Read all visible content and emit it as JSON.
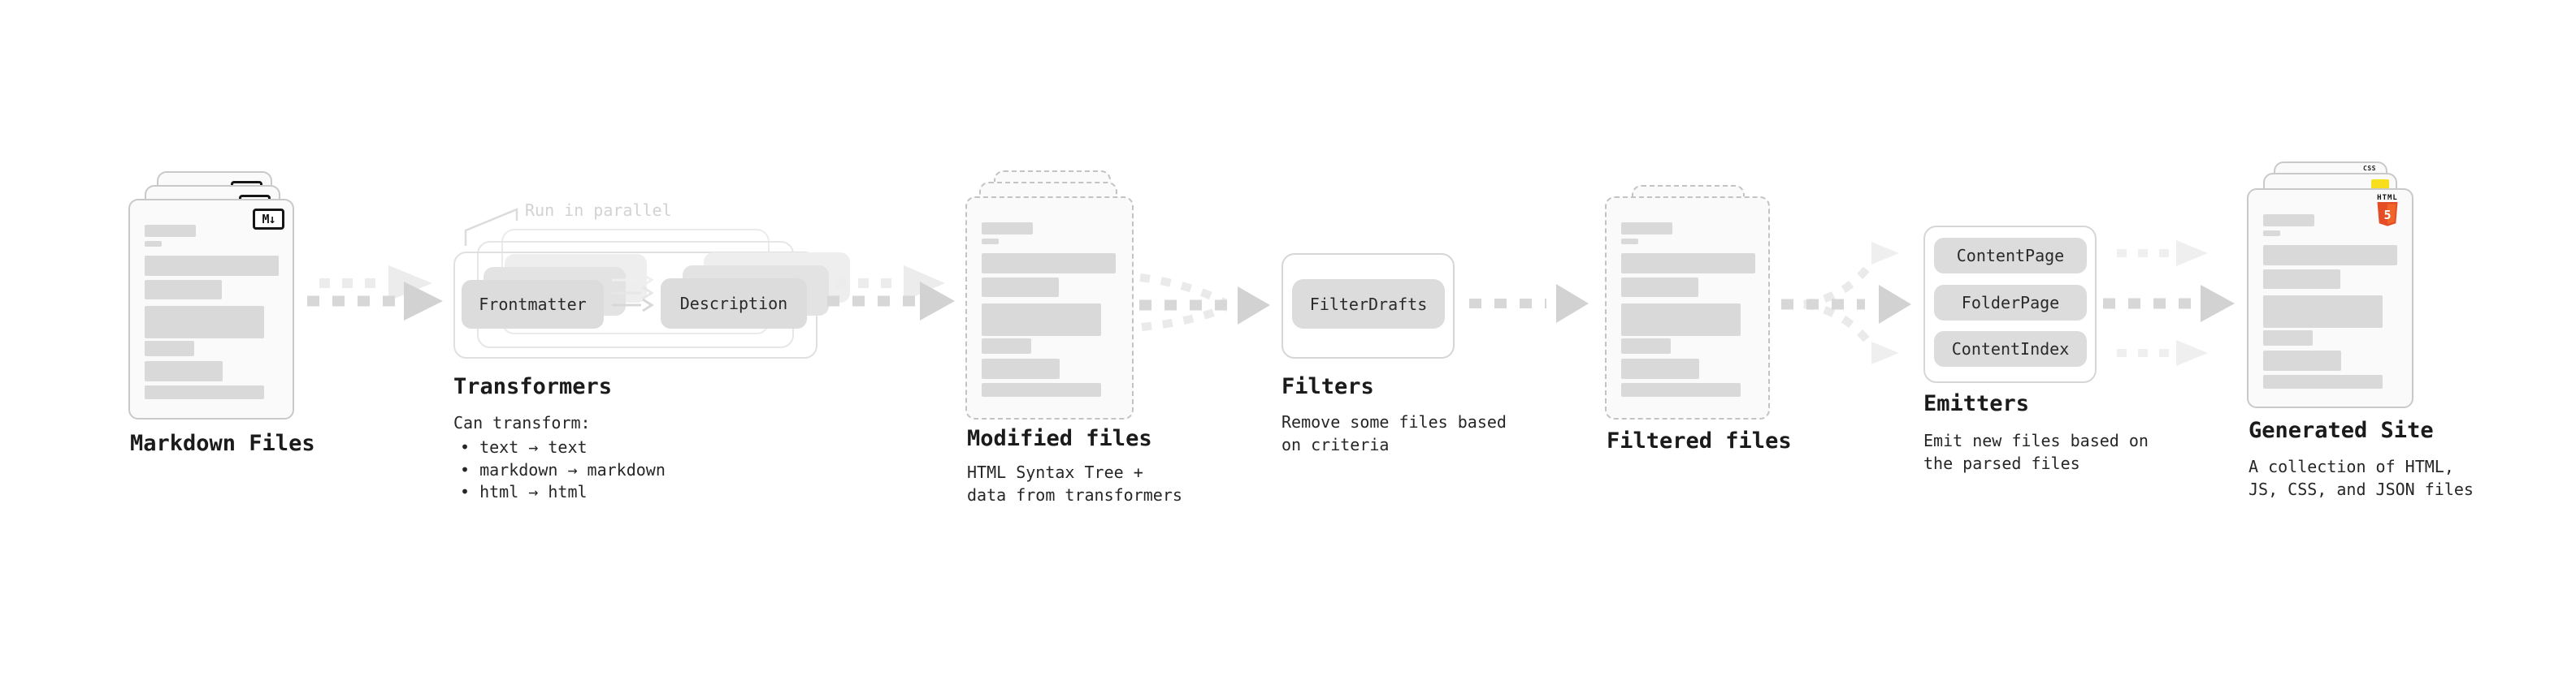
{
  "diagram": {
    "markdown_files": {
      "label": "Markdown Files",
      "icon": "M↓"
    },
    "transformers": {
      "heading": "Transformers",
      "annotation": "Run in parallel",
      "pills": [
        "Frontmatter",
        "Description"
      ],
      "caption_title": "Can transform:",
      "bullets": [
        "• text → text",
        "• markdown → markdown",
        "• html → html"
      ]
    },
    "modified_files": {
      "label": "Modified files",
      "caption_lines": [
        "HTML Syntax Tree +",
        "data from transformers"
      ]
    },
    "filters": {
      "heading": "Filters",
      "pill": "FilterDrafts",
      "caption_lines": [
        "Remove some files based",
        "on criteria"
      ]
    },
    "filtered_files": {
      "label": "Filtered files"
    },
    "emitters": {
      "heading": "Emitters",
      "pills": [
        "ContentPage",
        "FolderPage",
        "ContentIndex"
      ],
      "caption_lines": [
        "Emit new files based on",
        "the parsed files"
      ]
    },
    "generated_site": {
      "label": "Generated Site",
      "caption_lines": [
        "A collection of HTML,",
        "JS, CSS, and JSON files"
      ],
      "badges": {
        "css_label": "CSS",
        "html_label": "HTML",
        "html_number": "5"
      }
    },
    "colors": {
      "css_accent": "#2b63e8",
      "js_accent": "#f7df1e",
      "html_accent": "#e44d26",
      "html_accent_light": "#f16529"
    }
  }
}
